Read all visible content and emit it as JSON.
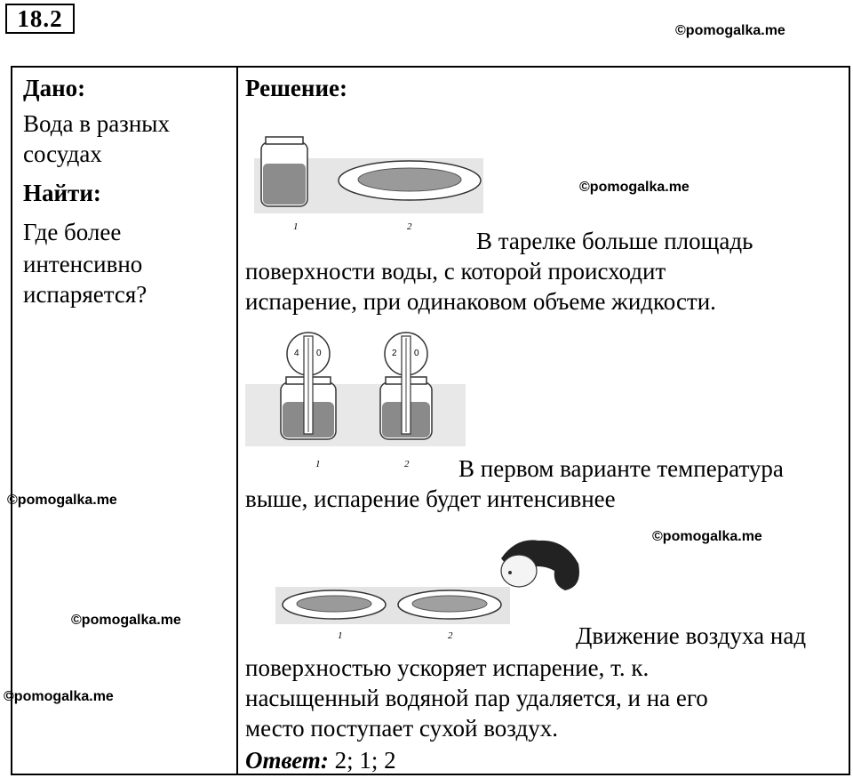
{
  "problem_number": "18.2",
  "watermark": "©pomogalka.me",
  "given": {
    "header": "Дано:",
    "lines": [
      "Вода в разных",
      "сосудах"
    ]
  },
  "find": {
    "header": "Найти:",
    "lines": [
      "Где более",
      "интенсивно",
      "испаряется?"
    ]
  },
  "solution": {
    "header": "Решение:",
    "figures": [
      {
        "labels": [
          "1",
          "2"
        ]
      },
      {
        "labels": [
          "1",
          "2"
        ],
        "scale_labels": [
          "4",
          "0",
          "2",
          "0"
        ]
      },
      {
        "labels": [
          "1",
          "2"
        ]
      }
    ],
    "paragraphs": [
      [
        "В тарелке больше площадь",
        "поверхности воды, с которой происходит",
        "испарение, при одинаковом объеме жидкости."
      ],
      [
        "В первом варианте температура",
        "выше, испарение будет интенсивнее"
      ],
      [
        "Движение воздуха над",
        "поверхностью ускоряет испарение, т. к.",
        "насыщенный водяной пар удаляется, и на его",
        "место поступает сухой воздух."
      ]
    ],
    "answer_label": "Ответ:",
    "answer_value": " 2; 1; 2"
  }
}
